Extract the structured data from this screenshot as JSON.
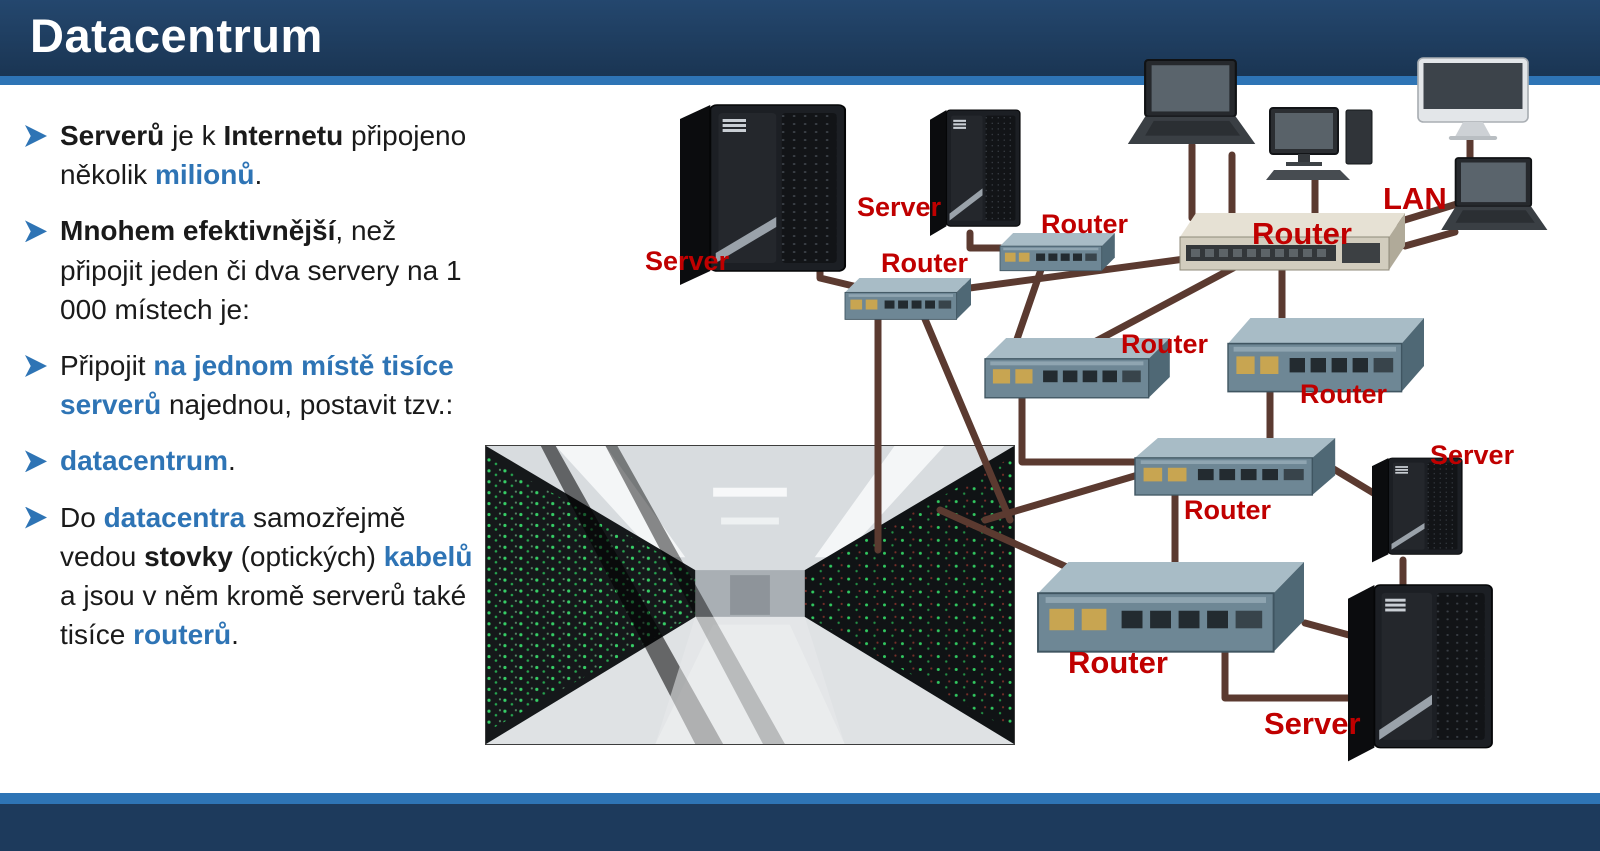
{
  "header": {
    "title": "Datacentrum"
  },
  "colors": {
    "header_bar": "#1d3a5c",
    "accent_strip": "#2e74b5",
    "highlight_blue": "#2e74b5",
    "label_red": "#c00000",
    "cable_brown": "#5b3a30"
  },
  "content": {
    "bullets": [
      {
        "segments": [
          {
            "t": "Serverů",
            "b": true
          },
          {
            "t": " je k ",
            "b": false
          },
          {
            "t": "Internetu",
            "b": true
          },
          {
            "t": " připojeno několik ",
            "b": false
          },
          {
            "t": "milionů",
            "b": true,
            "c": "blue"
          },
          {
            "t": ".",
            "b": false
          }
        ]
      },
      {
        "segments": [
          {
            "t": "Mnohem efektivnější",
            "b": true
          },
          {
            "t": ", než připojit jeden či dva servery na 1 000 místech je:",
            "b": false
          }
        ]
      },
      {
        "segments": [
          {
            "t": "Připojit ",
            "b": false
          },
          {
            "t": "na jednom místě tisíce serverů",
            "b": true,
            "c": "blue"
          },
          {
            "t": " najednou, postavit tzv.:",
            "b": false
          }
        ]
      },
      {
        "segments": [
          {
            "t": "datacentrum",
            "b": true,
            "c": "blue"
          },
          {
            "t": ".",
            "b": false
          }
        ]
      },
      {
        "segments": [
          {
            "t": "Do ",
            "b": false
          },
          {
            "t": "datacentra",
            "b": true,
            "c": "blue"
          },
          {
            "t": " samozřejmě vedou ",
            "b": false
          },
          {
            "t": "stovky",
            "b": true
          },
          {
            "t": " (optických) ",
            "b": false
          },
          {
            "t": "kabelů",
            "b": true,
            "c": "blue"
          },
          {
            "t": " a jsou v něm kromě serverů také tisíce ",
            "b": false
          },
          {
            "t": "routerů",
            "b": true,
            "c": "blue"
          },
          {
            "t": ".",
            "b": false
          }
        ]
      }
    ]
  },
  "diagram": {
    "labels": {
      "server_a": "Server",
      "server_b": "Server",
      "router_1": "Router",
      "router_2": "Router",
      "router_top": "Router",
      "lan": "LAN",
      "router_3": "Router",
      "router_4": "Router",
      "router_5": "Router",
      "router_big": "Router",
      "server_c": "Server",
      "server_d": "Server"
    },
    "devices": [
      "ibm-tower-server",
      "ibm-tower-server",
      "cisco-router",
      "cisco-router",
      "lan-switch",
      "laptop",
      "desktop-pc",
      "imac",
      "laptop",
      "cisco-router",
      "cisco-router",
      "cisco-router",
      "cisco-router",
      "ibm-tower-server",
      "ibm-tower-server"
    ]
  }
}
